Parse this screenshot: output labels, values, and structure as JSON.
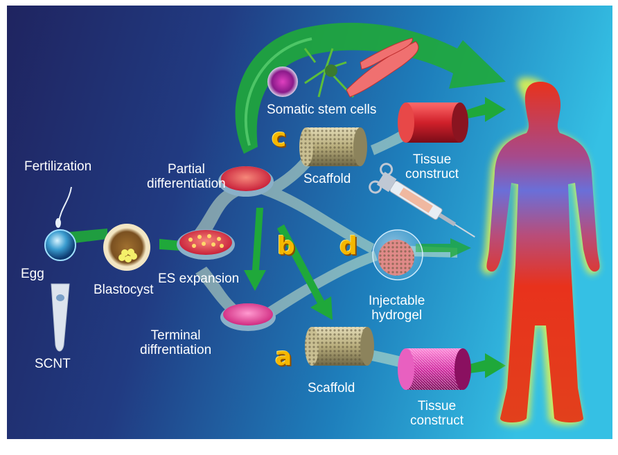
{
  "labels": {
    "fertilization": "Fertilization",
    "egg": "Egg",
    "scnt": "SCNT",
    "blastocyst": "Blastocyst",
    "es_expansion": "ES expansion",
    "partial_differentiation_1": "Partial",
    "partial_differentiation_2": "differentiation",
    "terminal_differentiation_1": "Terminal",
    "terminal_differentiation_2": "diffrentiation",
    "somatic_stem_cells": "Somatic stem cells",
    "scaffold_top": "Scaffold",
    "scaffold_bottom": "Scaffold",
    "tissue_construct_top_1": "Tissue",
    "tissue_construct_top_2": "construct",
    "tissue_construct_bottom_1": "Tissue",
    "tissue_construct_bottom_2": "construct",
    "injectable_hydrogel_1": "Injectable",
    "injectable_hydrogel_2": "hydrogel"
  },
  "route_letters": {
    "a": "a",
    "b": "b",
    "c": "c",
    "d": "d"
  },
  "colors": {
    "background_dark": "#232a66",
    "background_light": "#2fb3dc",
    "arrow_green": "#1fa83a",
    "arrow_pale": "#cfe8c8",
    "body_red": "#e8321c",
    "body_blue": "#6a6fd8",
    "body_glow": "#e9f54a",
    "dish_red": "#e0404a",
    "dish_pink": "#ee4a9a",
    "scaffold": "#b8ad7c",
    "letter_gold": "#f6b800"
  }
}
